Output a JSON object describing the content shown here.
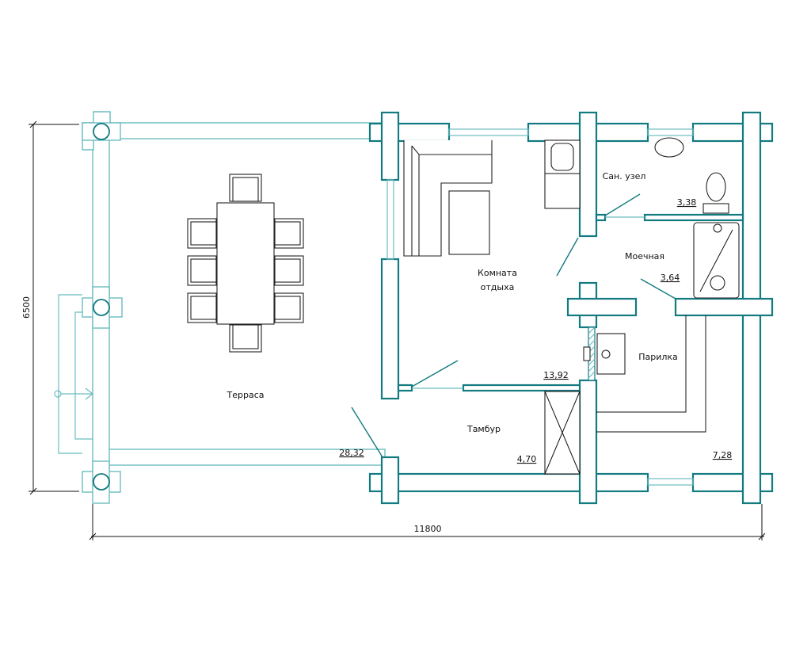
{
  "dimensions": {
    "height": "6500",
    "width": "11800"
  },
  "rooms": [
    {
      "name": "Терраса",
      "area": "28,32"
    },
    {
      "name": "Комната",
      "name2": "отдыха",
      "area": "13,92"
    },
    {
      "name": "Тамбур",
      "area": "4,70"
    },
    {
      "name": "Сан. узел",
      "area": "3,38"
    },
    {
      "name": "Моечная",
      "area": "3,64"
    },
    {
      "name": "Парилка",
      "area": "7,28"
    }
  ],
  "colors": {
    "wall": "#127a80",
    "terrace": "#6bbcc0"
  }
}
